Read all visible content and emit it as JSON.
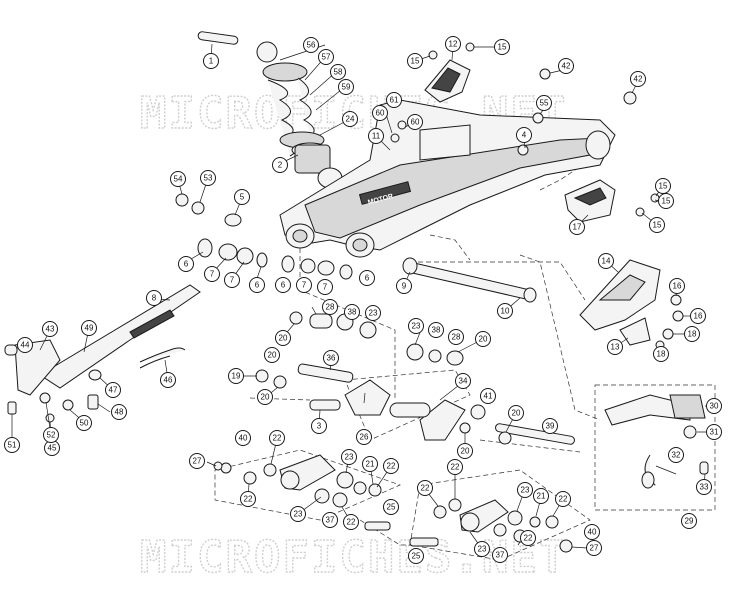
{
  "watermark": {
    "top": "MICROFICHES.NET",
    "bottom": "MICROFICHES.NET"
  },
  "decals": {
    "swingarm": "MOTOR"
  },
  "callouts": [
    "1",
    "2",
    "3",
    "4",
    "5",
    "6",
    "7",
    "8",
    "9",
    "10",
    "11",
    "12",
    "13",
    "14",
    "15",
    "16",
    "17",
    "18",
    "19",
    "20",
    "21",
    "22",
    "23",
    "24",
    "25",
    "26",
    "27",
    "28",
    "29",
    "30",
    "31",
    "32",
    "33",
    "34",
    "36",
    "37",
    "38",
    "39",
    "40",
    "41",
    "42",
    "43",
    "44",
    "45",
    "46",
    "47",
    "48",
    "49",
    "50",
    "51",
    "52",
    "53",
    "54",
    "55",
    "56",
    "57",
    "58",
    "59",
    "60",
    "61"
  ]
}
